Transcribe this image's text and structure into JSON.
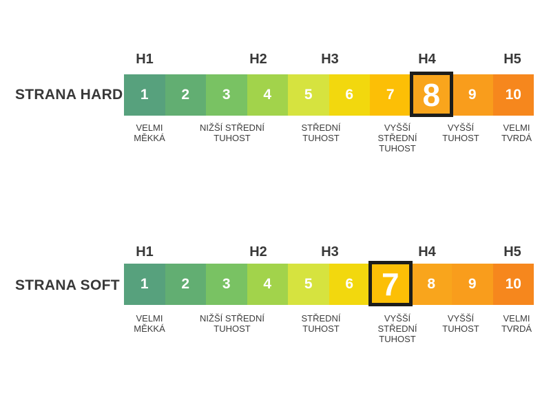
{
  "colors": {
    "background": "#ffffff",
    "cells": [
      "#57A17D",
      "#62AE72",
      "#79C263",
      "#A2D34B",
      "#D6E33F",
      "#F2D80E",
      "#FCBF06",
      "#F9A51C",
      "#F99D1C",
      "#F6871D"
    ],
    "highlight_border": "#1d1d1b",
    "text": "#383838",
    "number_text": "#ffffff"
  },
  "scale": {
    "h_labels": [
      "H1",
      "H2",
      "H3",
      "H4",
      "H5"
    ],
    "numbers": [
      "1",
      "2",
      "3",
      "4",
      "5",
      "6",
      "7",
      "8",
      "9",
      "10"
    ],
    "descriptions": [
      {
        "lines": [
          "VELMI",
          "MĚKKÁ"
        ]
      },
      {
        "lines": [
          "NIŽŠÍ STŘEDNÍ",
          "TUHOST"
        ]
      },
      {
        "lines": [
          "STŘEDNÍ",
          "TUHOST"
        ]
      },
      {
        "lines": [
          "VYŠŠÍ",
          "STŘEDNÍ",
          "TUHOST"
        ]
      },
      {
        "lines": [
          "VYŠŠÍ",
          "TUHOST"
        ]
      },
      {
        "lines": [
          "VELMI",
          "TVRDÁ"
        ]
      }
    ]
  },
  "rows": [
    {
      "title": "STRANA HARD",
      "highlighted_number": "8"
    },
    {
      "title": "STRANA SOFT",
      "highlighted_number": "7"
    }
  ]
}
